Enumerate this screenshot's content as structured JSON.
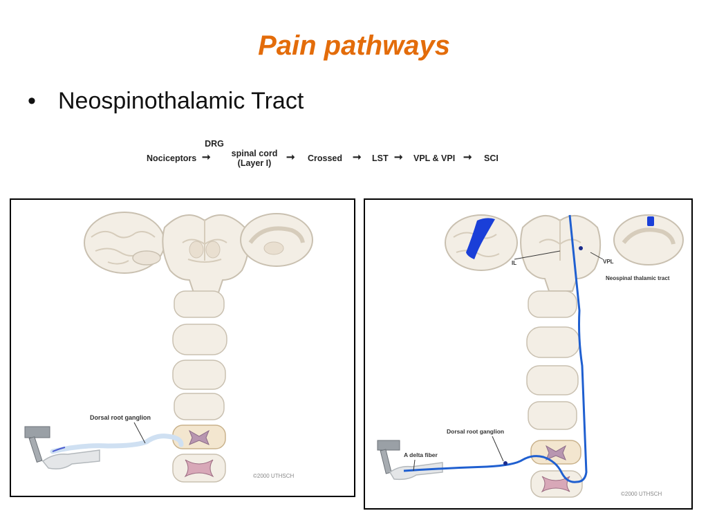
{
  "slide": {
    "title": "Pain pathways",
    "bullet": "Neospinothalamic Tract"
  },
  "flow": {
    "nociceptors": "Nociceptors",
    "drg": "DRG",
    "spinal_cord": "spinal cord",
    "layer": "(Layer I)",
    "crossed": "Crossed",
    "lst": "LST",
    "vpl_vpi": "VPL & VPI",
    "sci": "SCI"
  },
  "left_panel": {
    "dorsal_root_ganglion": "Dorsal root ganglion",
    "copyright": "©2000 UTHSCH"
  },
  "right_panel": {
    "il": "IL",
    "vpl": "VPL",
    "tract": "Neospinal thalamic tract",
    "dorsal_root_ganglion": "Dorsal root ganglion",
    "a_delta_fiber": "A delta fiber",
    "copyright": "©2000 UTHSCH"
  },
  "colors": {
    "title": "#e36c0a",
    "pathway": "#1f5fd0",
    "highlight": "#1a3fd8",
    "tissue": "#f3eee5",
    "tissue_edge": "#c9c0b0"
  }
}
